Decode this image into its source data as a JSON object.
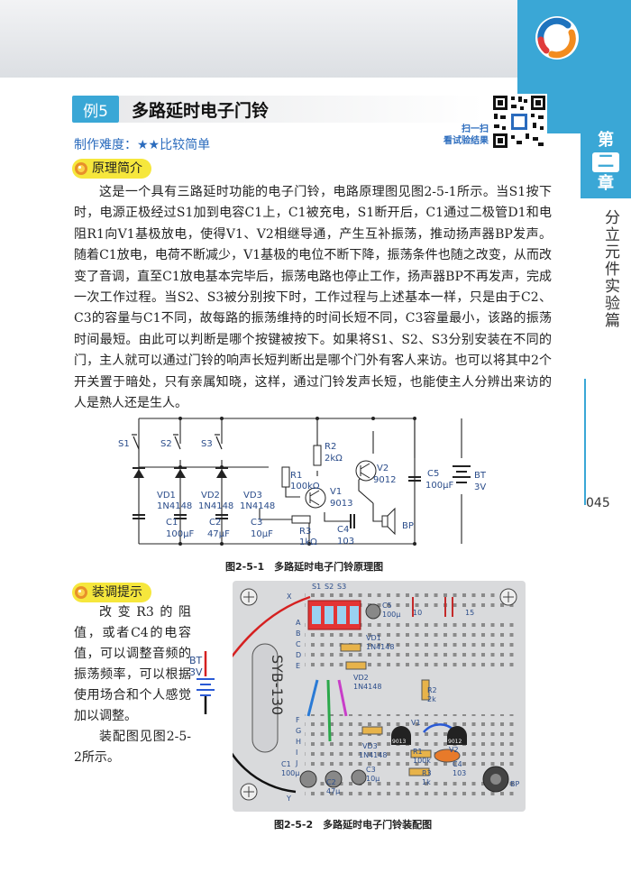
{
  "chapter": {
    "label_top": "第",
    "number": "二",
    "label_bottom": "章",
    "part_title": "分立元件实验篇",
    "page_number": "045"
  },
  "example": {
    "badge": "例5",
    "title": "多路延时电子门铃",
    "difficulty": "制作难度：★★比较简单",
    "qr_note_line1": "扫一扫",
    "qr_note_line2": "看试验结果"
  },
  "sections": {
    "principle": {
      "heading": "原理简介",
      "text": "这是一个具有三路延时功能的电子门铃，电路原理图见图2-5-1所示。当S1按下时，电源正极经过S1加到电容C1上，C1被充电，S1断开后，C1通过二极管D1和电阻R1向V1基极放电，使得V1、V2相继导通，产生互补振荡，推动扬声器BP发声。随着C1放电，电荷不断减少，V1基极的电位不断下降，振荡条件也随之改变，从而改变了音调，直至C1放电基本完毕后，振荡电路也停止工作，扬声器BP不再发声，完成一次工作过程。当S2、S3被分别按下时，工作过程与上述基本一样，只是由于C2、C3的容量与C1不同，故每路的振荡维持的时间长短不同，C3容量最小，该路的振荡时间最短。由此可以判断是哪个按键被按下。如果将S1、S2、S3分别安装在不同的门，主人就可以通过门铃的响声长短判断出是哪个门外有客人来访。也可以将其中2个开关置于暗处，只有亲属知晓，这样，通过门铃发声长短，也能使主人分辨出来访的人是熟人还是生人。"
    },
    "tuning": {
      "heading": "装调提示",
      "para1": "改变R3的阻值，或者C4的电容值，可以调整音频的振荡频率，可以根据使用场合和个人感觉加以调整。",
      "para2": "装配图见图2-5-2所示。"
    }
  },
  "figure1": {
    "caption": "图2-5-1　多路延时电子门铃原理图",
    "labels": {
      "s1": "S1",
      "s2": "S2",
      "s3": "S3",
      "vd1": "VD1",
      "vd2": "VD2",
      "vd3": "VD3",
      "d1val": "1N4148",
      "d2val": "1N4148",
      "d3val": "1N4148",
      "c1": "C1",
      "c1v": "100μF",
      "c2": "C2",
      "c2v": "47μF",
      "c3": "C3",
      "c3v": "10μF",
      "r1": "R1",
      "r1v": "100kΩ",
      "r2": "R2",
      "r2v": "2kΩ",
      "r3": "R3",
      "r3v": "1kΩ",
      "v1": "V1",
      "v1v": "9013",
      "v2": "V2",
      "v2v": "9012",
      "c4": "C4",
      "c4v": "103",
      "c5": "C5",
      "c5v": "100μF",
      "bt": "BT",
      "btv": "3V",
      "bp": "BP"
    }
  },
  "figure2": {
    "caption": "图2-5-2　多路延时电子门铃装配图",
    "labels": {
      "board": "SYB-130",
      "x": "X",
      "y": "Y",
      "rows_top": [
        "A",
        "B",
        "C",
        "D",
        "E"
      ],
      "rows_bottom": [
        "F",
        "G",
        "H",
        "I",
        "J"
      ],
      "col10": "10",
      "col15": "15",
      "s1": "S1",
      "s2": "S2",
      "s3": "S3",
      "c5": "C5",
      "c5v": "100μ",
      "vd1": "VD1",
      "vd1v": "1N4148",
      "vd2": "VD2",
      "vd2v": "1N4148",
      "vd3": "VD3",
      "vd3v": "1N4148",
      "r2": "R2",
      "r2v": "2k",
      "v1": "V1",
      "v2": "V2",
      "r1": "R1",
      "r1v": "100k",
      "r3": "R3",
      "r3v": "1k",
      "c4": "C4",
      "c4v": "103",
      "c1": "C1",
      "c1v": "100μ",
      "c2": "C2",
      "c2v": "47μ",
      "c3": "C3",
      "c3v": "10μ",
      "bt": "BT",
      "btv": "3V",
      "bp": "BP",
      "v1mark": "9013",
      "v2mark": "9012"
    }
  },
  "colors": {
    "accent": "#3aa7d6",
    "highlight": "#f6e73c",
    "link": "#2a6bbd"
  }
}
